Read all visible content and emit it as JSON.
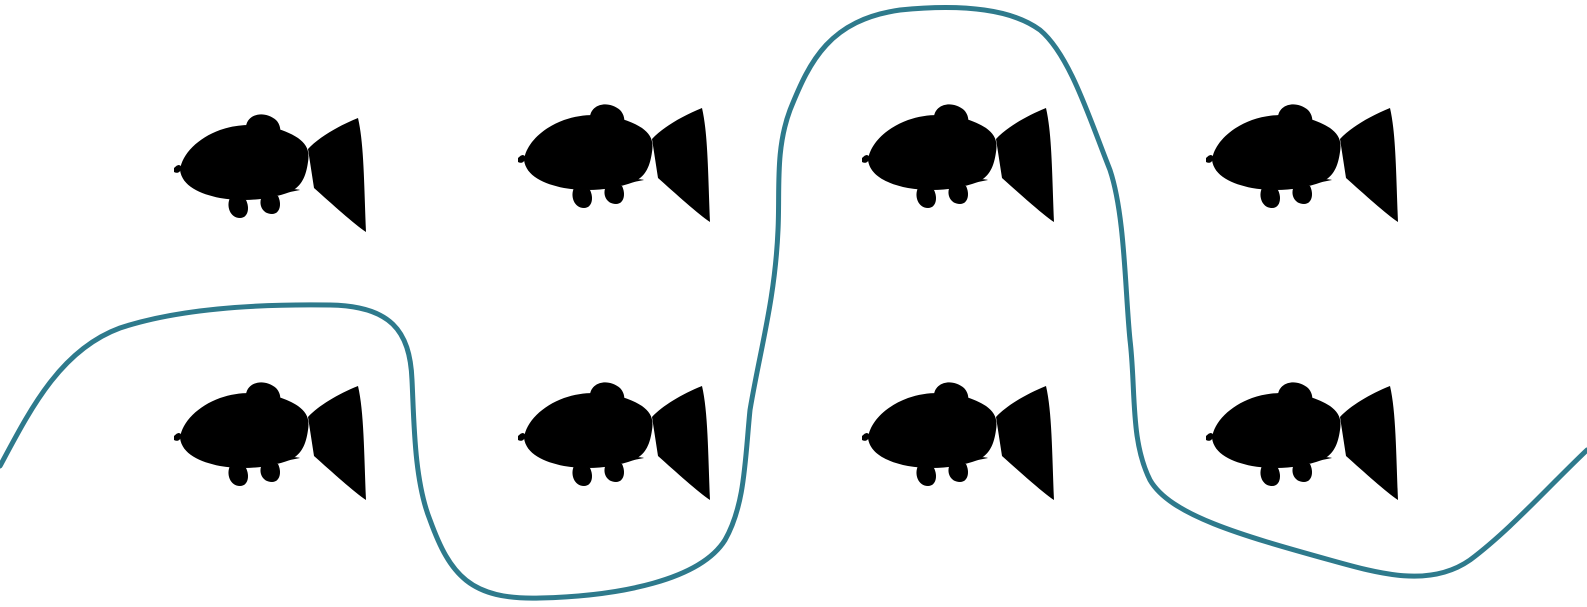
{
  "scene": {
    "background_color": "#ffffff",
    "line_color": "#2e7a8c",
    "fish_outline_color": "#2a2a2a"
  },
  "fish_grid": {
    "rows": 2,
    "columns": 4,
    "count": 8,
    "icon": "fish-icon"
  }
}
